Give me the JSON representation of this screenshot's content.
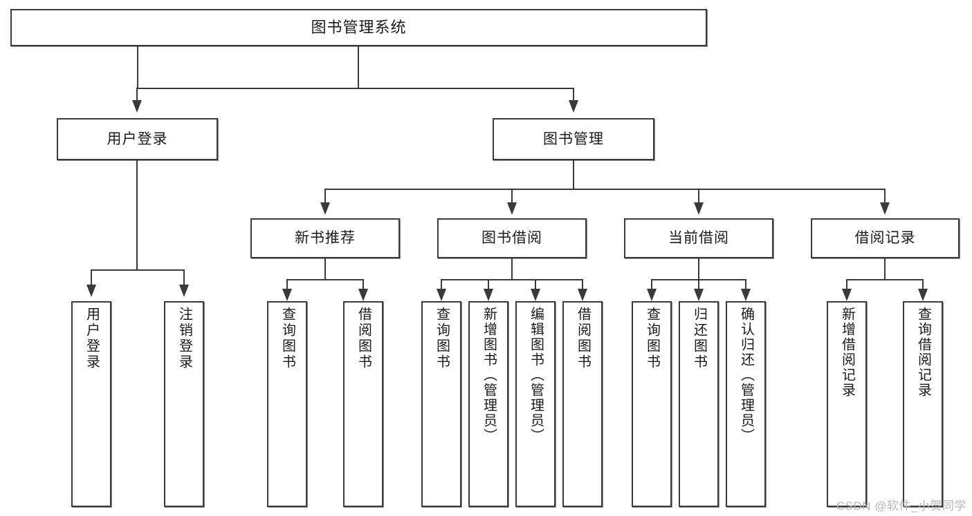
{
  "diagram": {
    "title": "图书管理系统",
    "type": "hierarchy-tree",
    "watermark": "CSDN @软件_小贺同学",
    "colors": {
      "background": "#ffffff",
      "box_border": "#3a3a3a",
      "box_fill": "#ffffff",
      "connector": "#3a3a3a",
      "text": "#1b1b1b",
      "watermark": "#b6b6b6"
    },
    "levels": {
      "root": {
        "label": "图书管理系统"
      },
      "level2": [
        {
          "label": "用户登录"
        },
        {
          "label": "图书管理"
        }
      ],
      "level3": [
        {
          "label": "新书推荐"
        },
        {
          "label": "图书借阅"
        },
        {
          "label": "当前借阅"
        },
        {
          "label": "借阅记录"
        }
      ],
      "leaves": {
        "user_login": [
          {
            "label": "用户登录"
          },
          {
            "label": "注销登录"
          }
        ],
        "new_book_recommend": [
          {
            "label": "查询图书"
          },
          {
            "label": "借阅图书"
          }
        ],
        "book_borrow": [
          {
            "label": "查询图书"
          },
          {
            "label": "新增图书（管理员）"
          },
          {
            "label": "编辑图书（管理员）"
          },
          {
            "label": "借阅图书"
          }
        ],
        "current_borrow": [
          {
            "label": "查询图书"
          },
          {
            "label": "归还图书"
          },
          {
            "label": "确认归还（管理员）"
          }
        ],
        "borrow_record": [
          {
            "label": "新增借阅记录"
          },
          {
            "label": "查询借阅记录"
          }
        ]
      }
    }
  }
}
